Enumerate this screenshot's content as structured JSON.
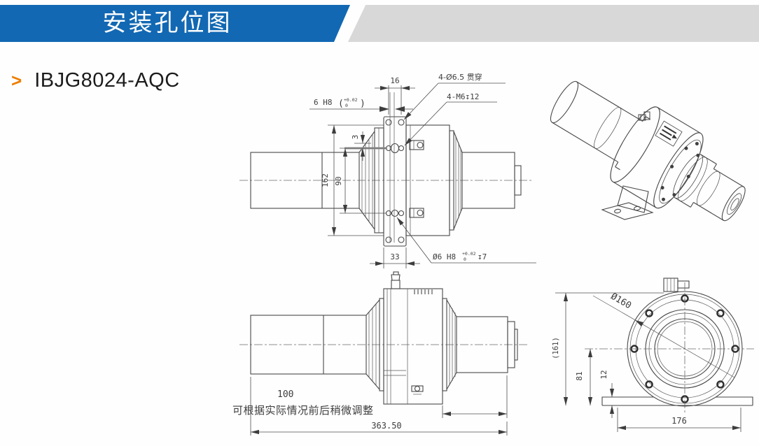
{
  "header": {
    "title": "安装孔位图",
    "banner_color": "#1268b3",
    "stripe_color": "#d8d8d8"
  },
  "product": {
    "bullet": ">",
    "bullet_color": "#ee7d00",
    "model": "IBJG8024-AQC"
  },
  "side_view": {
    "dim_hole_spacing": "16",
    "slot_width": "6 H8",
    "paren_open": "(",
    "paren_close": ")",
    "slot_tol_upper": "+0.02",
    "slot_tol_lower": "0",
    "through_holes": "4-Ø6.5 贯穿",
    "tapped_holes": "4-M6↧12",
    "dim_offset": "3",
    "dim_body_dia": "162",
    "dim_hole_circle": "90",
    "dim_plate_width": "33",
    "dowel_hole": "Ø6 H8",
    "dowel_tol_upper": "+0.02",
    "dowel_tol_lower": "0",
    "dowel_depth": "↧7"
  },
  "length_view": {
    "dim_adjust": "100",
    "adjust_note": "可根据实际情况前后稍微调整",
    "dim_overall": "363.50"
  },
  "front_view": {
    "dia_flange": "Ø160",
    "dim_overall_height": "(161)",
    "dim_center_height": "81",
    "dim_foot_height": "12",
    "dim_base_width": "176"
  }
}
